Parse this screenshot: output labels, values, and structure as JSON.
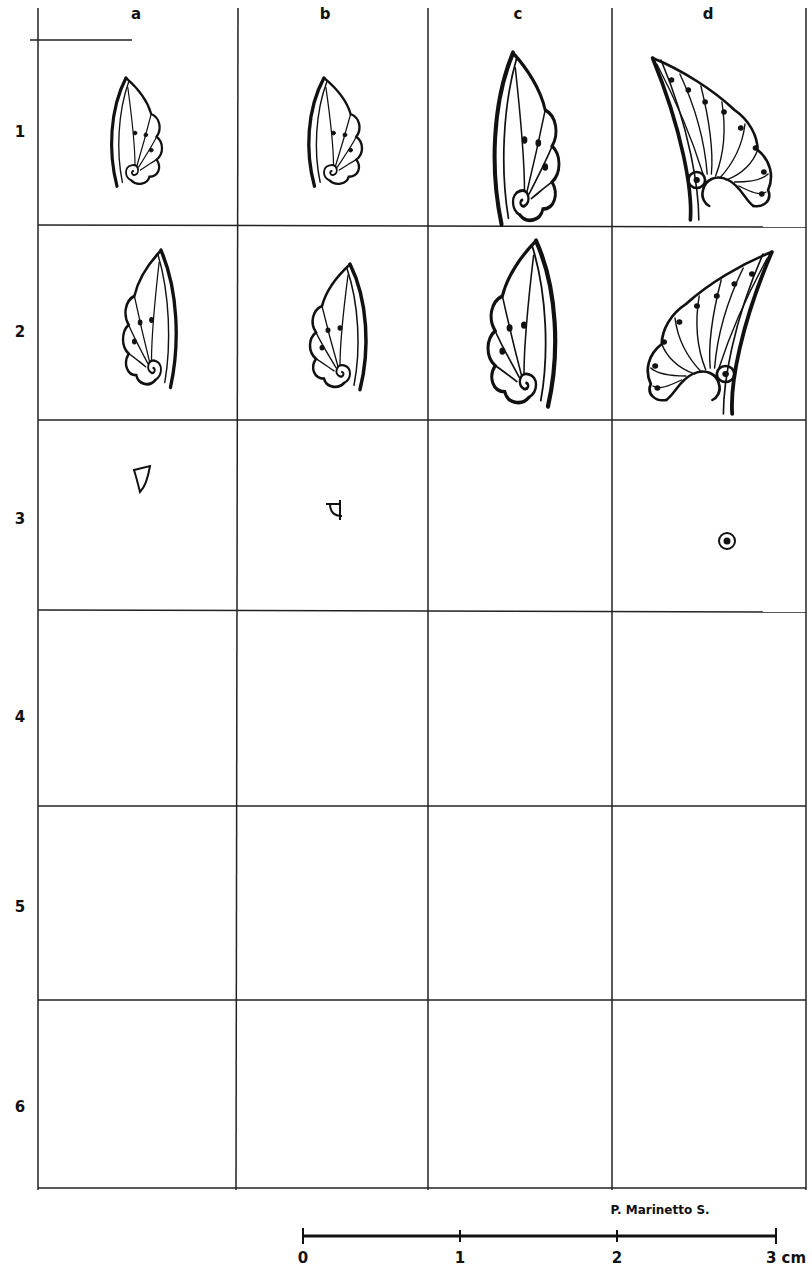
{
  "diagram": {
    "labels": [
      "a",
      "b",
      "c",
      "d",
      "1",
      "2",
      "3",
      "4",
      "5",
      "6",
      "P. Marinetto S.",
      "0",
      "1",
      "2",
      "3 cm"
    ]
  }
}
